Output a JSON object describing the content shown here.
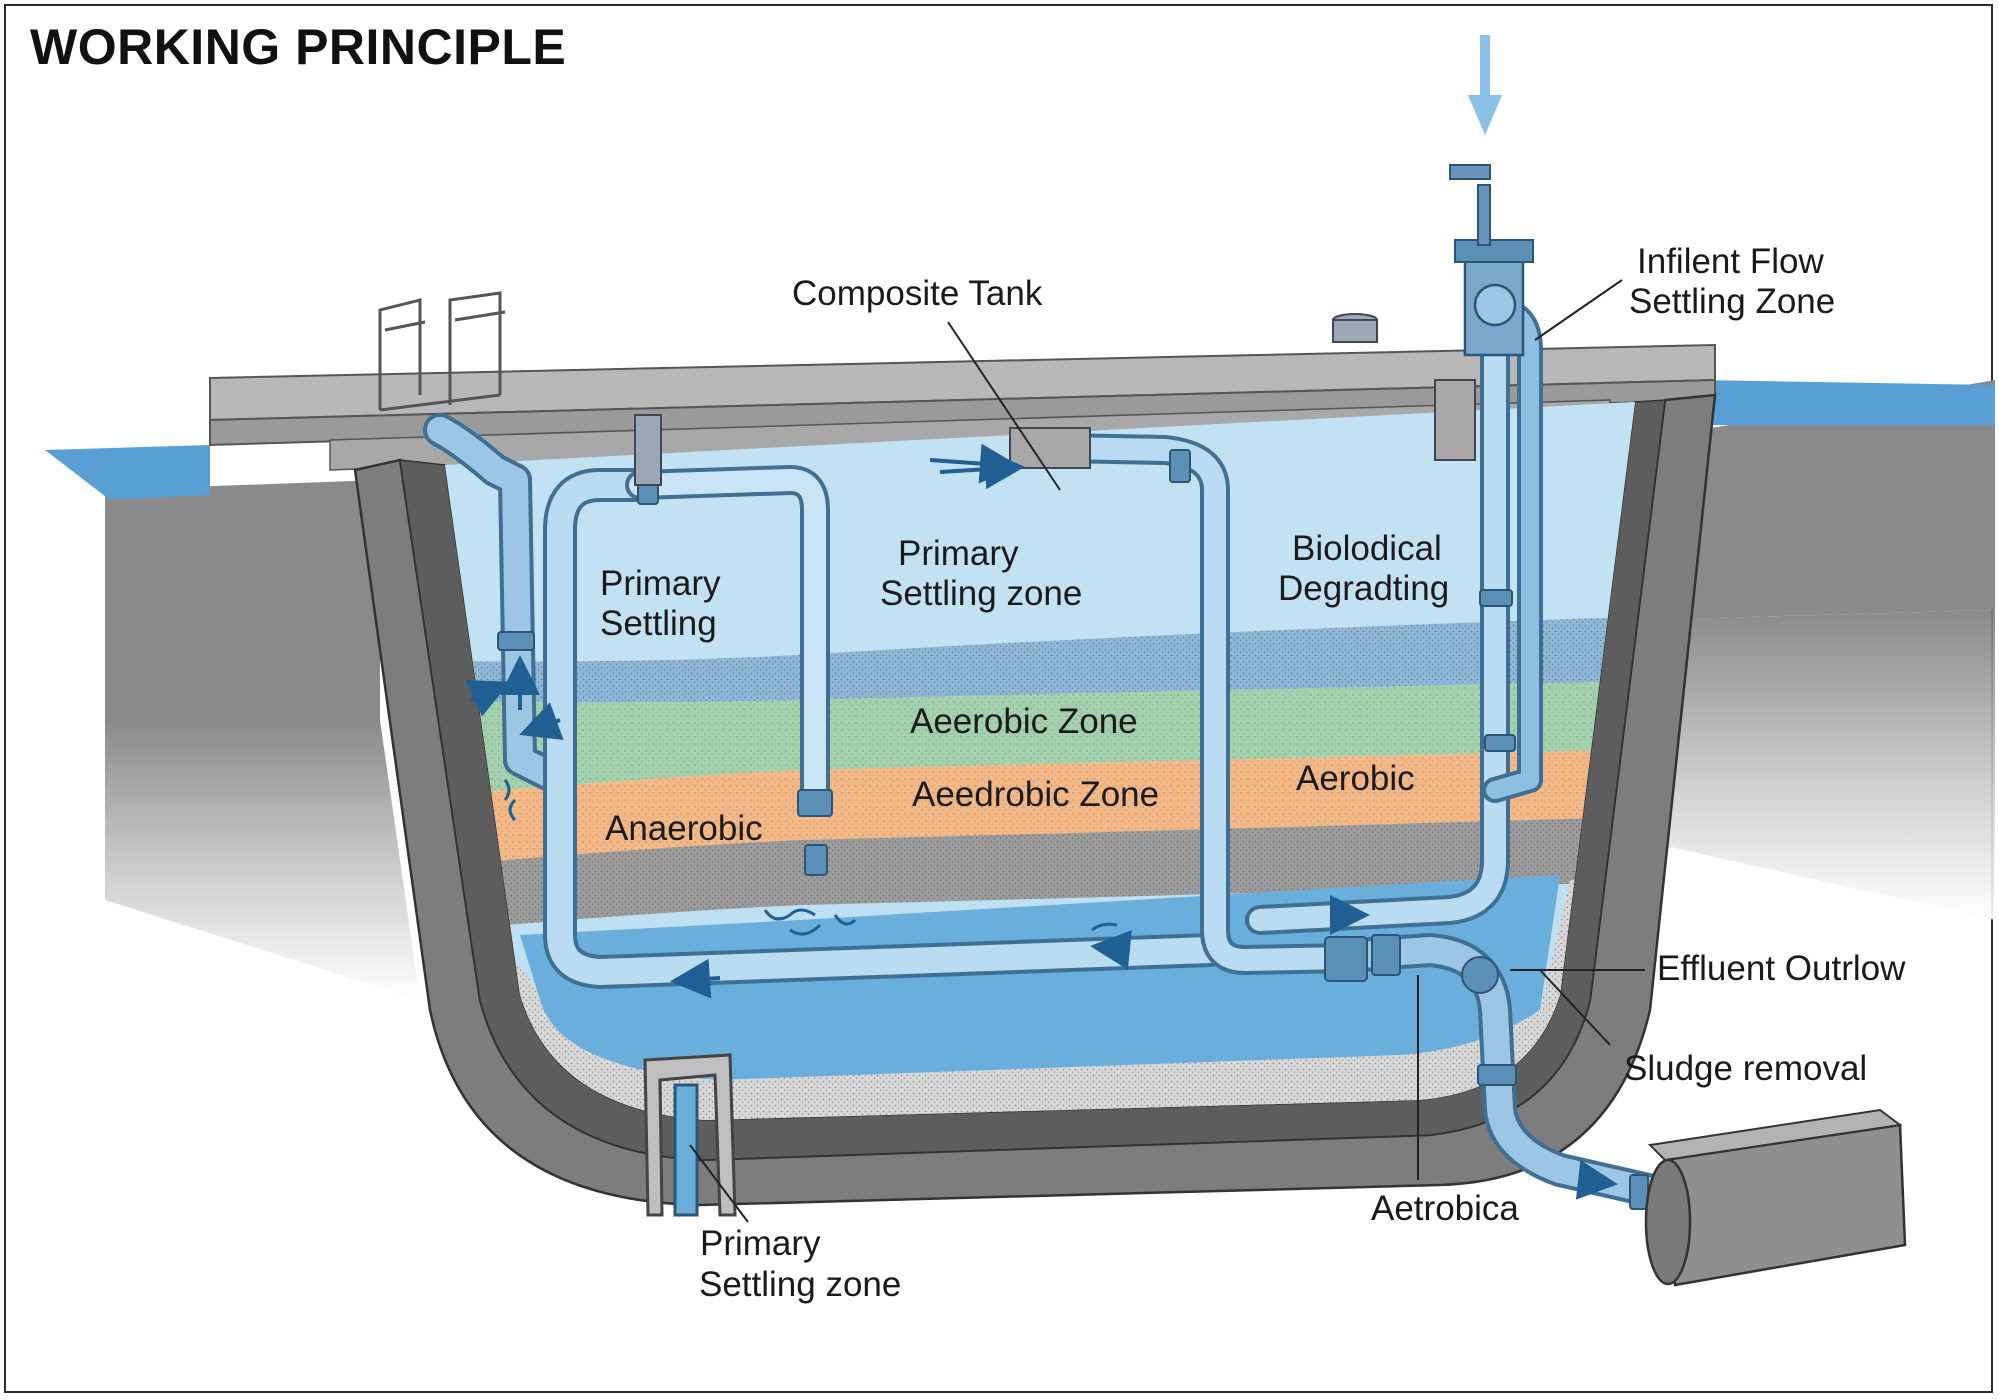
{
  "title": "WORKING PRINCIPLE",
  "labels": {
    "composite_tank": "Composite Tank",
    "infilent_flow_1": "Infilent Flow",
    "infilent_flow_2": "Settling Zone",
    "primary_settling_left_1": "Primary",
    "primary_settling_left_2": "Settling",
    "primary_settling_center_1": "Primary",
    "primary_settling_center_2": "Settling zone",
    "biological_1": "Biolodical",
    "biological_2": "Degradting",
    "aerobic_zone_top": "Aeerobic Zone",
    "aerobic_zone_mid": "Aeedrobic Zone",
    "aerobic_right": "Aerobic",
    "anaerobic": "Anaerobic",
    "effluent_outflow": "Effluent Outrlow",
    "sludge_removal": "Sludge removal",
    "aerobica": "Aetrobica",
    "primary_settling_bottom_1": "Primary",
    "primary_settling_bottom_2": "Settling zone"
  },
  "colors": {
    "water": "#aacfe6",
    "water_deep": "#6aaedb",
    "pipe": "#9dc6e4",
    "pipe_edge": "#3f6f93",
    "aerobic_green": "#a3d1ae",
    "aerobic_orange": "#f3b886",
    "gravel_gray": "#9c9c9c",
    "sand": "#d8d8d8",
    "concrete": "#8e8e8e",
    "concrete_top": "#c4c4c4",
    "flow_arrow": "#1f5f94"
  }
}
